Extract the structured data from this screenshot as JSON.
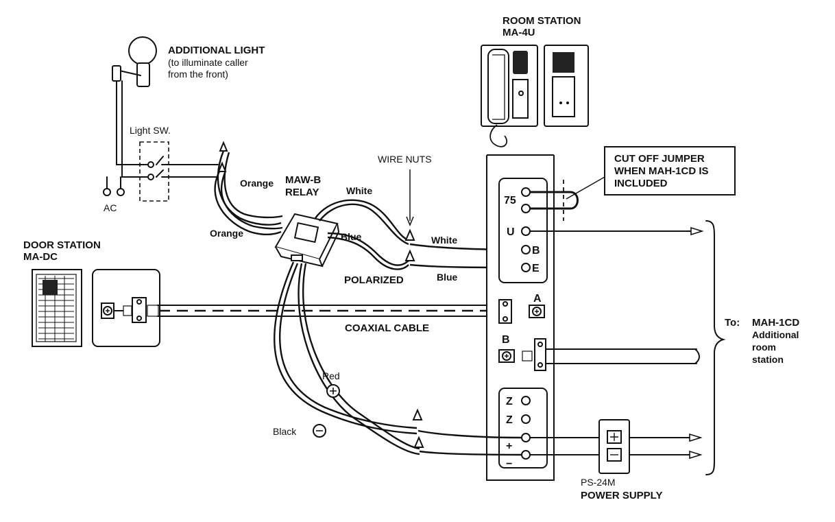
{
  "colors": {
    "ink": "#111111",
    "paper": "#ffffff"
  },
  "diagram": {
    "additional_light": {
      "title": "ADDITIONAL LIGHT",
      "note_line1": "(to illuminate caller",
      "note_line2": "from the front)"
    },
    "light_switch": "Light SW.",
    "ac": "AC",
    "relay": {
      "line1": "MAW-B",
      "line2": "RELAY"
    },
    "wire_nuts": "WIRE NUTS",
    "room_station": {
      "line1": "ROOM STATION",
      "line2": "MA-4U"
    },
    "jumper_note": {
      "line1": "CUT OFF JUMPER",
      "line2": "WHEN MAH-1CD IS",
      "line3": "INCLUDED"
    },
    "door_station": {
      "line1": "DOOR STATION",
      "line2": "MA-DC"
    },
    "wires": {
      "orange_upper": "Orange",
      "orange_lower": "Orange",
      "white_relay": "White",
      "blue_relay": "Blue",
      "white_term": "White",
      "blue_term": "Blue",
      "polarized": "POLARIZED",
      "coaxial": "COAXIAL CABLE",
      "red": "Red",
      "black": "Black"
    },
    "terminals": {
      "t75": "75",
      "u": "U",
      "b": "B",
      "e": "E",
      "coax_a": "A",
      "coax_b": "B",
      "z1": "Z",
      "z2": "Z",
      "plus": "+",
      "minus": "−"
    },
    "to_label": {
      "prefix": "To:",
      "line1": "MAH-1CD",
      "line2": "Additional",
      "line3": "room",
      "line4": "station"
    },
    "power_supply": {
      "line1": "PS-24M",
      "line2": "POWER SUPPLY"
    }
  }
}
